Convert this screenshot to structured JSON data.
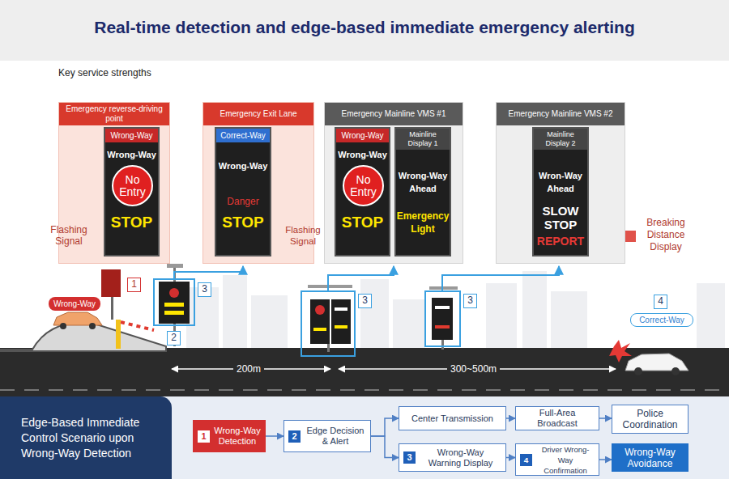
{
  "diagram": {
    "title": "Real-time detection and edge-based immediate emergency alerting",
    "nodes": [
      {
        "text": [
          "Emergency reverse-driving point"
        ]
      },
      {
        "text": [
          "Wrong-Way",
          "Wrong-Way",
          "STOP"
        ],
        "in": 0
      },
      {
        "text": [
          "No Entry"
        ],
        "in": 1
      },
      {
        "text": [
          "Emergency Exit Lane"
        ]
      },
      {
        "text": [
          "Correct-Way",
          "Wrong-Way",
          "Danger",
          "STOP"
        ],
        "in": 3
      },
      {
        "text": [
          "Emergency Mainline VMS #1"
        ]
      },
      {
        "text": [
          "Wrong-Way",
          "Wrong-Way",
          "STOP"
        ],
        "in": 5
      },
      {
        "text": [
          "No Entry"
        ],
        "in": 6
      },
      {
        "text": [
          "Mainline Display 1",
          "Wrong-Way Ahead",
          "Emergency Light"
        ],
        "in": 5
      },
      {
        "text": [
          "Emergency Mainline VMS #2"
        ]
      },
      {
        "text": [
          "Mainline Display 2",
          "Wron-Way Ahead",
          "SLOW STOP",
          "REPORT"
        ],
        "in": 9
      },
      {
        "text": [
          "Wrong-Way"
        ]
      },
      {
        "text": [
          "Correct-Way"
        ]
      },
      {
        "text": [
          "Edge-Based Immediate Control Scenario upon Wrong-Way Detection"
        ]
      },
      {
        "text": [
          "1",
          "Wrong-Way Detection"
        ]
      },
      {
        "text": [
          "2",
          "Edge Decision & Alert"
        ]
      },
      {
        "text": [
          "Center Transmission"
        ]
      },
      {
        "text": [
          "Full-Area Broadcast"
        ]
      },
      {
        "text": [
          "Police Coordination"
        ]
      },
      {
        "text": [
          "3",
          "Wrong-Way Warning Display"
        ]
      },
      {
        "text": [
          "4",
          "Driver Wrong-Way Confirmation"
        ]
      },
      {
        "text": [
          "Wrong-Way Avoidance"
        ]
      }
    ],
    "edges": [
      {
        "from": 14,
        "to": 15,
        "arrow": "to"
      },
      {
        "from": 15,
        "to": 16,
        "arrow": "to"
      },
      {
        "from": 15,
        "to": 19,
        "arrow": "to"
      },
      {
        "from": 16,
        "to": 17,
        "arrow": "to"
      },
      {
        "from": 17,
        "to": 18,
        "arrow": "to"
      },
      {
        "from": 19,
        "to": 20,
        "arrow": "to"
      },
      {
        "from": 20,
        "to": 21,
        "arrow": "to"
      }
    ],
    "labels": [
      "Key service strengths",
      "Flashing Signal",
      "Flashing Signal",
      "Breaking Distance Display",
      "1",
      "2",
      "3",
      "3",
      "3",
      "4",
      "200m",
      "300~500m"
    ]
  }
}
